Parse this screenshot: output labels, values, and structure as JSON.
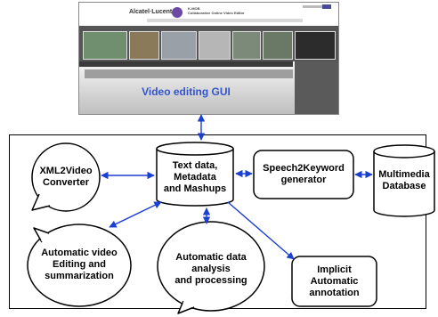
{
  "screenshot": {
    "brand": "Alcatel·Lucent",
    "app_title_line1": "K-MOB",
    "app_title_line2": "Collaborative Online Video Editor",
    "gui_label": "Video editing GUI"
  },
  "nodes": {
    "xml2video": "XML2Video\nConverter",
    "text_data": "Text data,\nMetadata\nand Mashups",
    "speech2keyword": "Speech2Keyword\ngenerator",
    "multimedia_db": "Multimedia\nDatabase",
    "auto_video_editing": "Automatic video\nEditing and\nsummarization",
    "auto_data_analysis": "Automatic data\nanalysis\nand  processing",
    "implicit_annotation": "Implicit\nAutomatic\nannotation"
  },
  "colors": {
    "arrow": "#1a3fd1",
    "gui_label": "#3355cc",
    "outline": "#000000"
  }
}
